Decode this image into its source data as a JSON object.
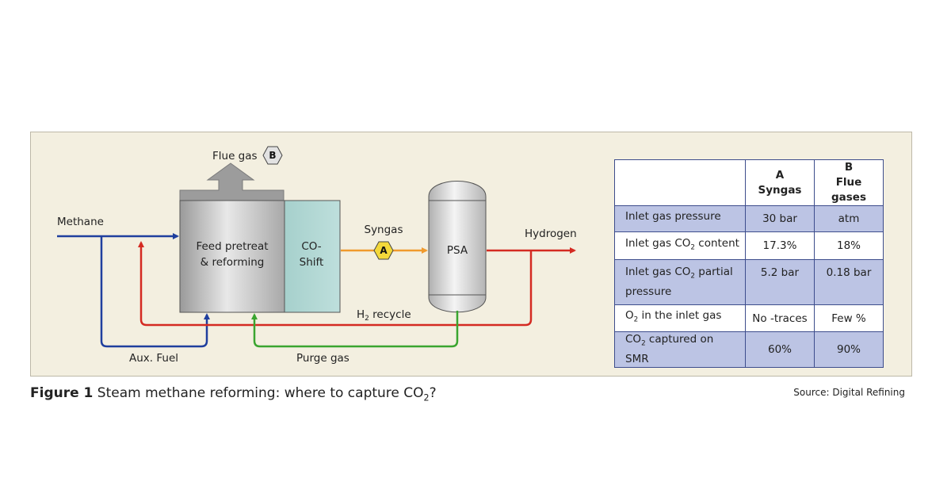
{
  "diagram": {
    "methane": "Methane",
    "flue_gas": "Flue gas",
    "flue_badge": "B",
    "feed_line1": "Feed pretreat",
    "feed_line2": "& reforming",
    "co_line1": "CO-",
    "co_line2": "Shift",
    "syngas": "Syngas",
    "syngas_badge": "A",
    "psa": "PSA",
    "hydrogen": "Hydrogen",
    "h2_recycle_main": "H",
    "h2_recycle_sub": "2",
    "h2_recycle_rest": " recycle",
    "aux_fuel": "Aux. Fuel",
    "purge_gas": "Purge gas",
    "colors": {
      "methane_line": "#1f3f9e",
      "h2_line": "#d42a22",
      "purge_line": "#3aa52f",
      "syngas_line": "#f09a2d",
      "badge_fill": "#f3d83a"
    }
  },
  "table": {
    "headers": {
      "colA_line1": "A",
      "colA_line2": "Syngas",
      "colB_line1": "B",
      "colB_line2": "Flue gases"
    },
    "rows": [
      {
        "p1": "Inlet gas pressure",
        "p2": "",
        "p3": "",
        "a": "30 bar",
        "b": "atm"
      },
      {
        "p1": "Inlet gas CO",
        "p2": "2",
        "p3": " content",
        "a": "17.3%",
        "b": "18%"
      },
      {
        "p1": "Inlet gas CO",
        "p2": "2",
        "p3": " partial pressure",
        "a": "5.2 bar",
        "b": "0.18 bar"
      },
      {
        "p1": "O",
        "p2": "2",
        "p3": " in the inlet gas",
        "a": "No -traces",
        "b": "Few %"
      },
      {
        "p1": "CO",
        "p2": "2",
        "p3": " captured on SMR",
        "a": "60%",
        "b": "90%"
      }
    ]
  },
  "caption": {
    "figure": "Figure 1",
    "text": " Steam methane reforming: where to capture CO",
    "sub": "2",
    "end": "?"
  },
  "source": "Source: Digital Refining"
}
